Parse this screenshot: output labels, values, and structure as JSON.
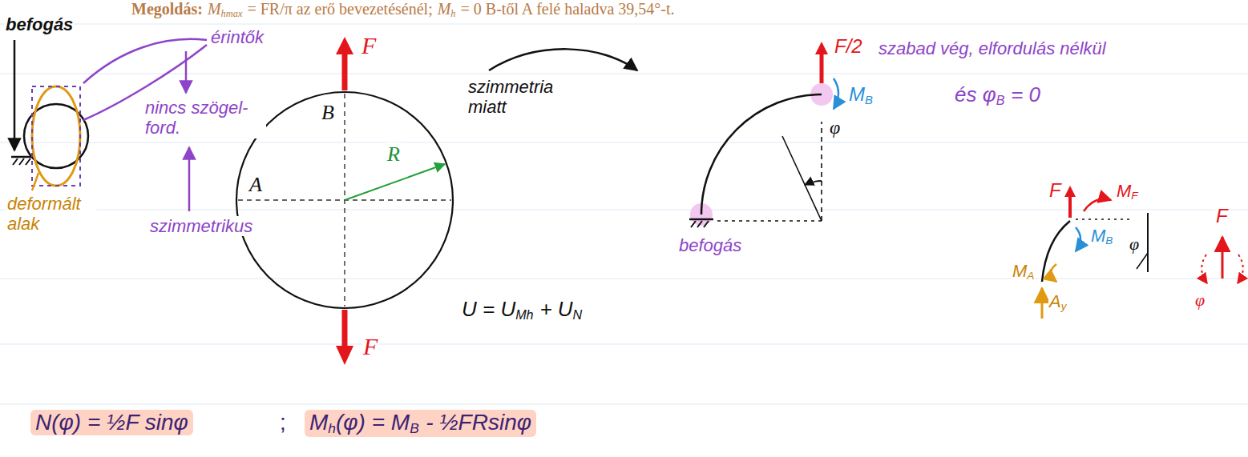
{
  "diagram": {
    "labels": [
      "Megoldás:",
      "M",
      "hmax",
      "= FR/π az erő bevezetésénél;",
      "M",
      "h",
      "= 0 B-től A felé haladva 39,54°-t.",
      "befogás",
      "érintők",
      "nincs szögel- ford.",
      "deformált alak",
      "szimmetrikus",
      "F",
      "B",
      "R",
      "A",
      "F",
      "szimmetria miatt",
      "U = U",
      "Mh",
      "+ U",
      "N",
      "F/2",
      "szabad vég, elfordulás nélkül",
      "M",
      "B",
      "φ",
      "és φ",
      "B",
      "= 0",
      "befogás",
      "F",
      "M",
      "F",
      "M",
      "B",
      "φ",
      "M",
      "A",
      "A",
      "y",
      "F",
      "φ",
      "N(φ) = ½F sinφ",
      ";",
      "M",
      "h",
      "(φ) = M",
      "B",
      "- ½FRsinφ"
    ]
  }
}
